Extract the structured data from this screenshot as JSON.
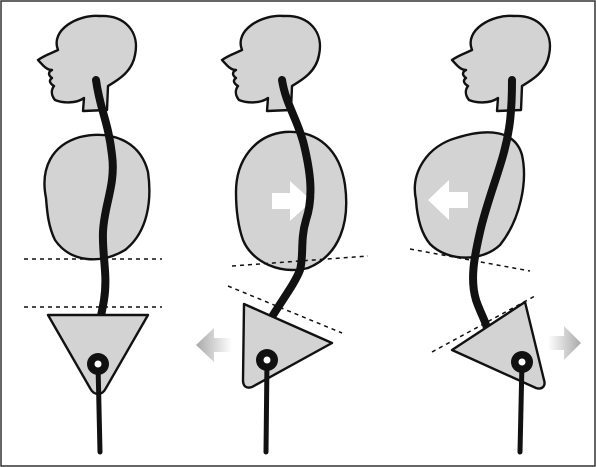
{
  "colors": {
    "frame": "#333333",
    "body_fill": "#d3d3d3",
    "outline": "#111111",
    "arrow_light": "#ffffff",
    "arrow_side_gray": "#b8b8b8"
  },
  "figures": [
    {
      "id": "neutral",
      "arrow": "none"
    },
    {
      "id": "shift-right",
      "arrow": "right"
    },
    {
      "id": "shift-left",
      "arrow": "left"
    }
  ]
}
